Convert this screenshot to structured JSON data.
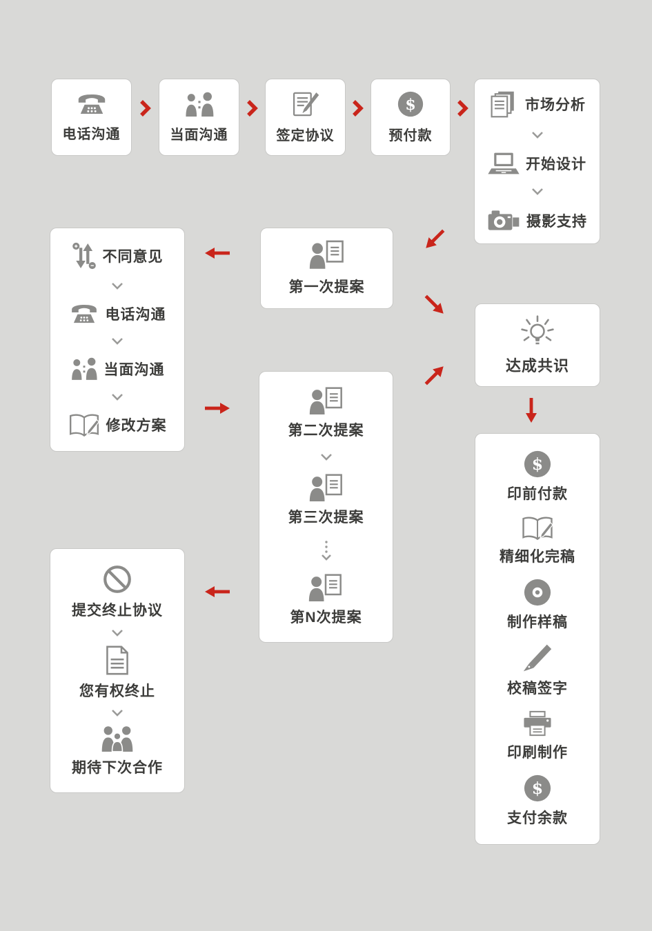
{
  "colors": {
    "background": "#d9d9d7",
    "box_background": "#ffffff",
    "icon_gray": "#8b8b89",
    "text": "#3c3c3a",
    "arrow_red": "#c9251b"
  },
  "top_row": [
    {
      "icon": "phone-icon",
      "label": "电话沟通"
    },
    {
      "icon": "people-talk-icon",
      "label": "当面沟通"
    },
    {
      "icon": "contract-pen-icon",
      "label": "签定协议"
    },
    {
      "icon": "dollar-icon",
      "label": "预付款"
    }
  ],
  "design_box": {
    "steps": [
      {
        "icon": "documents-stack-icon",
        "label": "市场分析"
      },
      {
        "icon": "laptop-icon",
        "label": "开始设计"
      },
      {
        "icon": "camera-icon",
        "label": "摄影支持"
      }
    ]
  },
  "first_proposal_box": {
    "icon": "person-document-icon",
    "label": "第一次提案"
  },
  "feedback_box": {
    "steps": [
      {
        "icon": "vote-arrows-icon",
        "label": "不同意见"
      },
      {
        "icon": "phone-icon",
        "label": "电话沟通"
      },
      {
        "icon": "people-talk-icon",
        "label": "当面沟通"
      },
      {
        "icon": "book-pen-icon",
        "label": "修改方案"
      }
    ]
  },
  "iterations_box": {
    "steps": [
      {
        "icon": "person-document-icon",
        "label": "第二次提案"
      },
      {
        "icon": "person-document-icon",
        "label": "第三次提案"
      },
      {
        "icon": "person-document-icon",
        "label": "第N次提案"
      }
    ]
  },
  "consensus_box": {
    "icon": "lightbulb-icon",
    "label": "达成共识"
  },
  "production_box": {
    "steps": [
      {
        "icon": "dollar-icon",
        "label": "印前付款"
      },
      {
        "icon": "book-pen-icon",
        "label": "精细化完稿"
      },
      {
        "icon": "disc-icon",
        "label": "制作样稿"
      },
      {
        "icon": "fountain-pen-icon",
        "label": "校稿签字"
      },
      {
        "icon": "printer-icon",
        "label": "印刷制作"
      },
      {
        "icon": "dollar-icon",
        "label": "支付余款"
      }
    ]
  },
  "termination_box": {
    "steps": [
      {
        "icon": "ban-icon",
        "label": "提交终止协议"
      },
      {
        "icon": "document-icon",
        "label": "您有权终止"
      },
      {
        "icon": "family-icon",
        "label": "期待下次合作"
      }
    ]
  }
}
